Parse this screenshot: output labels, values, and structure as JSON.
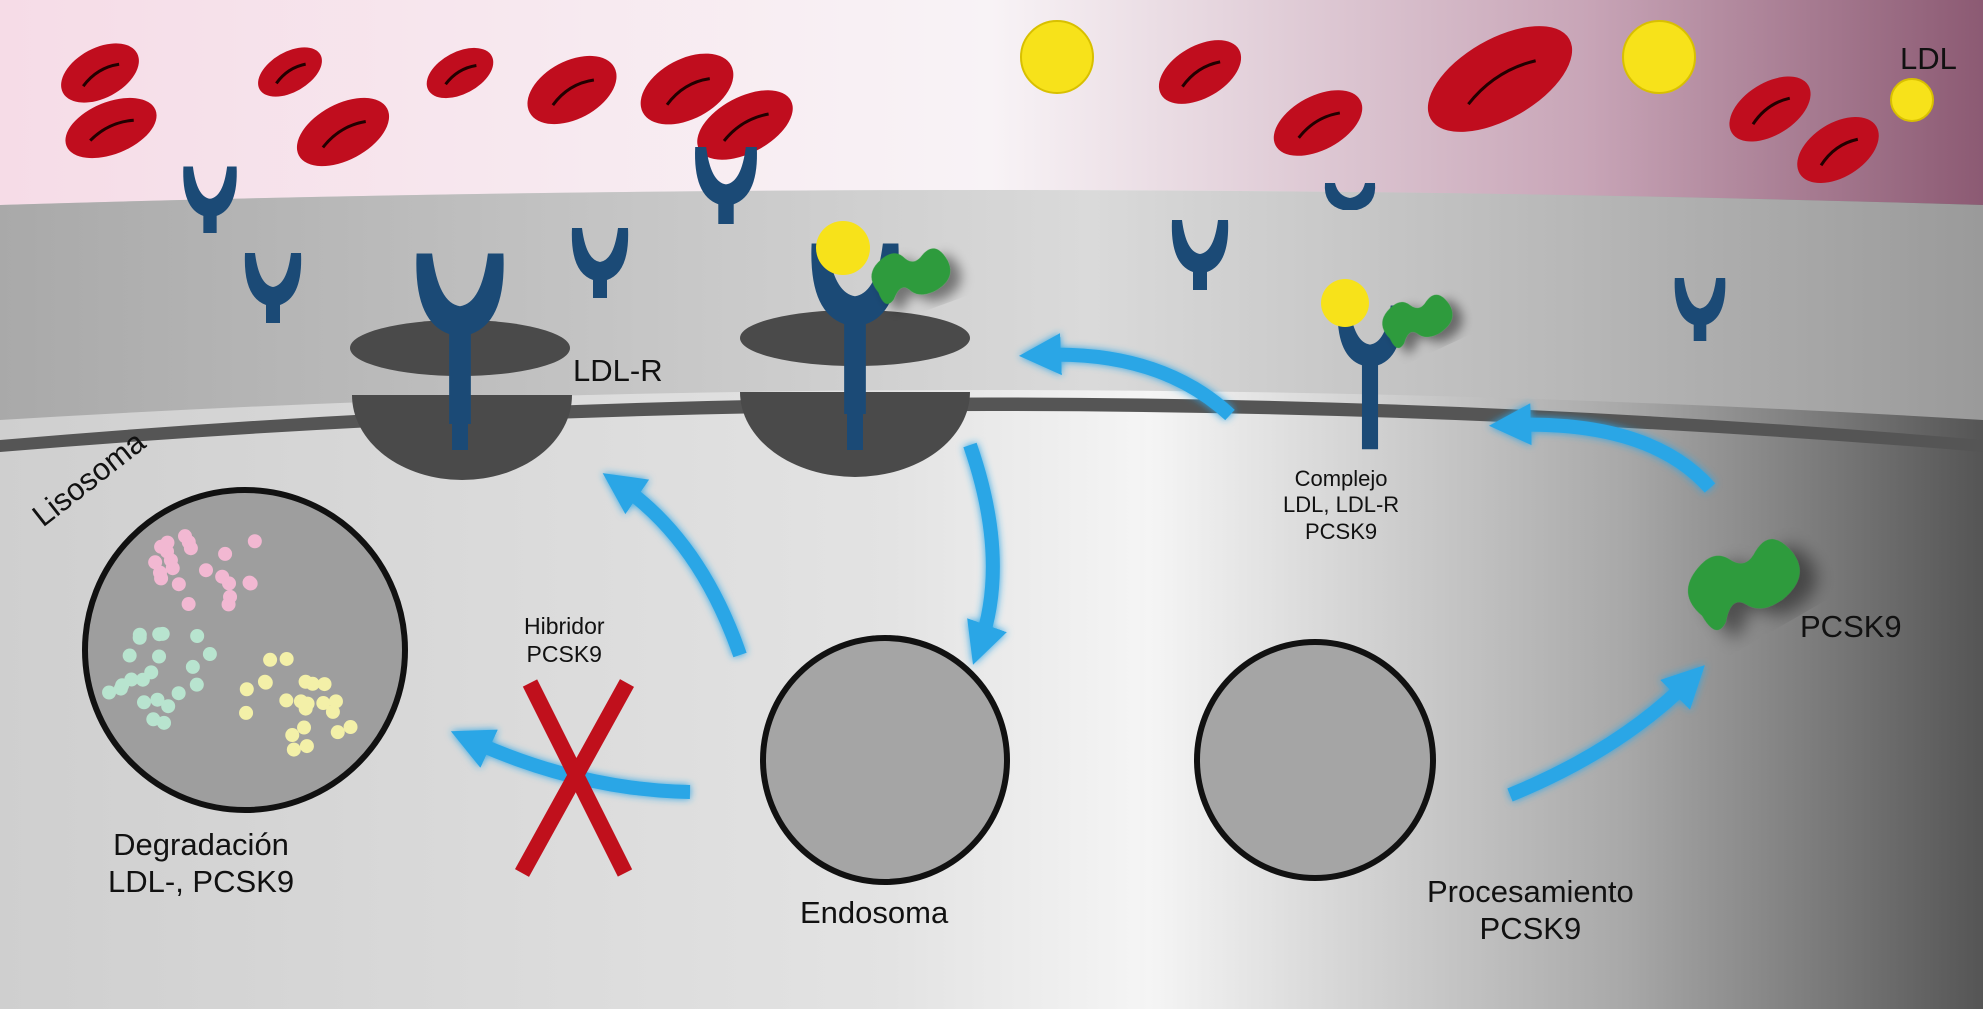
{
  "labels": {
    "ldl": "LDL",
    "ldl_r": "LDL-R",
    "lisosoma": "Lisosoma",
    "degradacion_line1": "Degradación",
    "degradacion_line2": "LDL-, PCSK9",
    "hibridor_line1": "Hibridor",
    "hibridor_line2": "PCSK9",
    "endosoma": "Endosoma",
    "complejo_line1": "Complejo",
    "complejo_line2": "LDL, LDL-R",
    "complejo_line3": "PCSK9",
    "pcsk9": "PCSK9",
    "procesamiento_line1": "Procesamiento",
    "procesamiento_line2": "PCSK9"
  },
  "colors": {
    "plasma_left": "#f6dce7",
    "plasma_mid": "#f7f2f5",
    "plasma_right": "#8c5a73",
    "red_cell": "#c00d1e",
    "ldl_particle": "#f7e21a",
    "receptor": "#1b4a76",
    "pcsk9": "#2f9b3e",
    "arrow": "#2aa6e6",
    "inhibit_cross": "#c0101c",
    "pit": "#555555",
    "organelle_border": "#111111",
    "lysosome_pink": "#f2b8d2",
    "lysosome_green": "#b8e4cf",
    "lysosome_yellow": "#f3f0a8"
  }
}
